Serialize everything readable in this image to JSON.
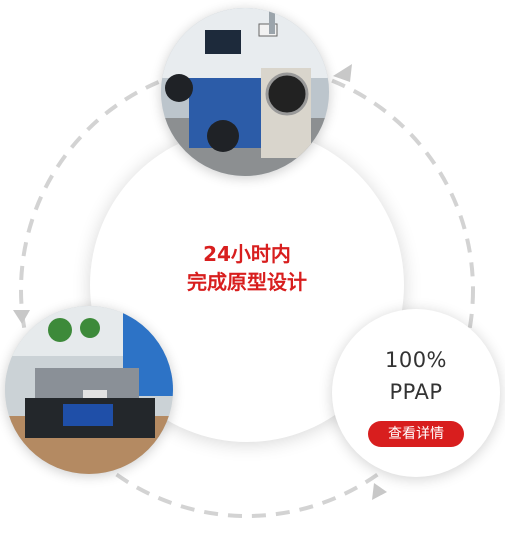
{
  "center": {
    "line1": "24小时内",
    "line2": "完成原型设计"
  },
  "badge": {
    "line1": "100%",
    "line2": "PPAP",
    "button_label": "查看详情"
  },
  "colors": {
    "accent": "#d81e1e",
    "ring_dash": "#d3d3d3",
    "text": "#333333"
  },
  "icons": [
    "arrow-icon",
    "arrow-icon",
    "arrow-icon"
  ]
}
